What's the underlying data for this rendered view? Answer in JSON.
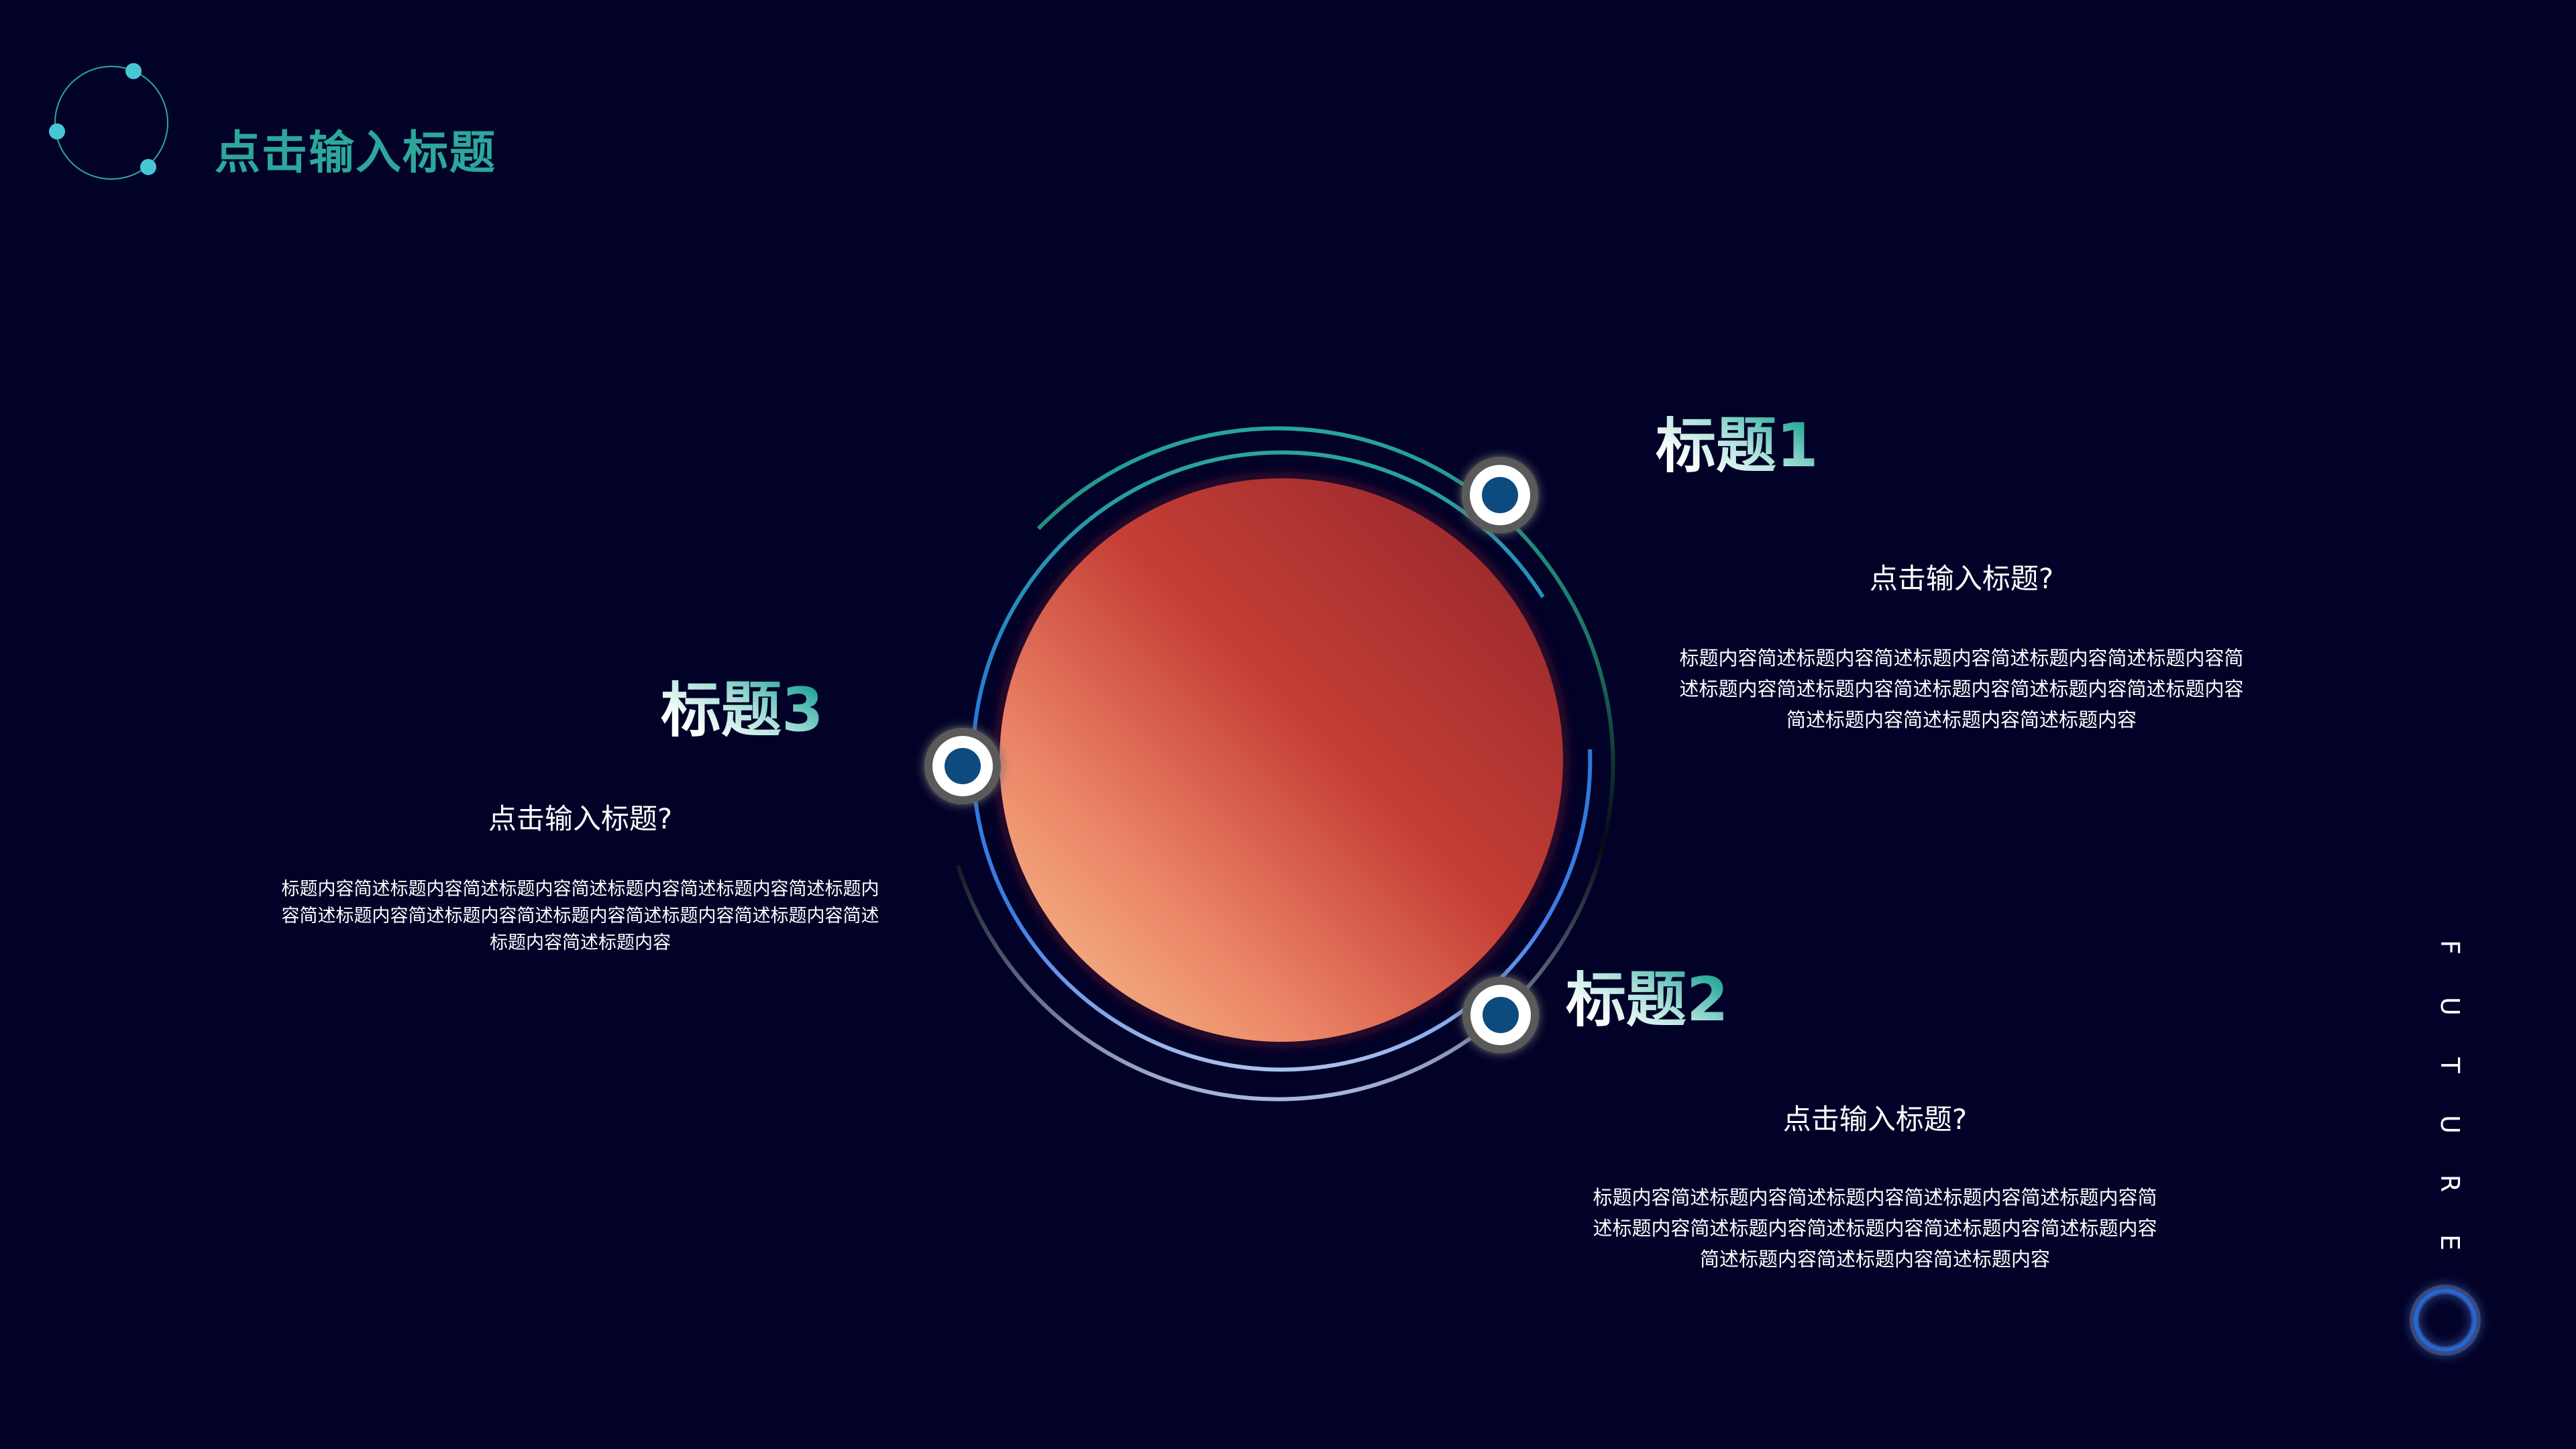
{
  "header": {
    "title": "点击输入标题",
    "logo_icon": "orbit-ring-icon"
  },
  "colors": {
    "background": "#020228",
    "accent_teal": "#2BA89B",
    "accent_blue": "#1E6AE0",
    "node_blue": "#0F4C7E",
    "sphere_dark": "#9B2A2E",
    "sphere_mid": "#C63F36",
    "sphere_light": "#F5BC8E"
  },
  "items": [
    {
      "heading": "标题1",
      "subtitle": "点击输入标题?",
      "body_lines": [
        "标题内容简述标题内容简述标题内容简述标题内容简述标题内容简",
        "述标题内容简述标题内容简述标题内容简述标题内容简述标题内容",
        "简述标题内容简述标题内容简述标题内容"
      ]
    },
    {
      "heading": "标题2",
      "subtitle": "点击输入标题?",
      "body_lines": [
        "标题内容简述标题内容简述标题内容简述标题内容简述标题内容简",
        "述标题内容简述标题内容简述标题内容简述标题内容简述标题内容",
        "简述标题内容简述标题内容简述标题内容"
      ]
    },
    {
      "heading": "标题3",
      "subtitle": "点击输入标题?",
      "body_lines": [
        "标题内容简述标题内容简述标题内容简述标题内容简述标题内容简述标题内",
        "容简述标题内容简述标题内容简述标题内容简述标题内容简述标题内容简述",
        "标题内容简述标题内容"
      ]
    }
  ],
  "side": {
    "letters": [
      "F",
      "U",
      "T",
      "U",
      "R",
      "E"
    ],
    "ring_icon": "glow-ring-icon"
  }
}
